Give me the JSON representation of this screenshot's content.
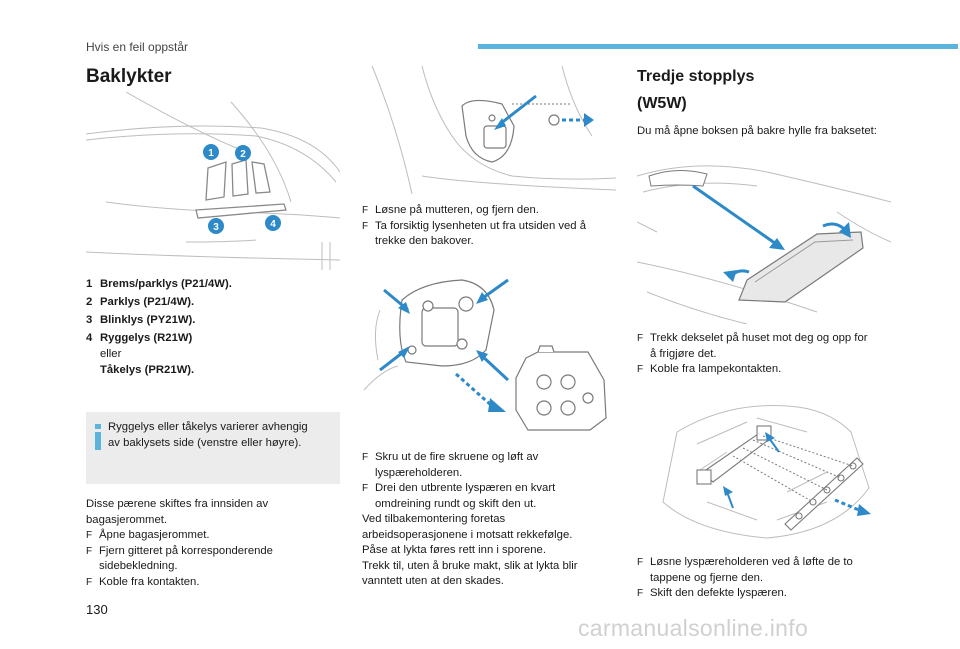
{
  "header": {
    "section": "Hvis en feil oppstår",
    "accent_color": "#5ab4dc"
  },
  "left": {
    "title": "Baklykter",
    "callouts": [
      "1",
      "2",
      "3",
      "4"
    ],
    "legend": [
      {
        "num": "1",
        "text": "Brems/parklys (P21/4W)."
      },
      {
        "num": "2",
        "text": "Parklys (P21/4W)."
      },
      {
        "num": "3",
        "text": "Blinklys (PY21W)."
      },
      {
        "num": "4",
        "text": "Ryggelys (R21W)",
        "extra_plain": "eller",
        "extra_bold": "Tåkelys (PR21W)."
      }
    ],
    "info_icon": "info-icon",
    "info_text_1": "Ryggelys eller tåkelys varierer avhengig",
    "info_text_2": "av baklysets side (venstre eller høyre).",
    "body_1": "Disse pærene skiftes fra innsiden av",
    "body_2": "bagasjerommet.",
    "steps": [
      {
        "lines": [
          "Åpne bagasjerommet."
        ]
      },
      {
        "lines": [
          "Fjern gitteret på korresponderende",
          "sidebekledning."
        ]
      },
      {
        "lines": [
          "Koble fra kontakten."
        ]
      }
    ]
  },
  "middle": {
    "steps_a": [
      {
        "lines": [
          "Løsne på mutteren, og fjern den."
        ]
      },
      {
        "lines": [
          "Ta forsiktig lysenheten ut fra utsiden ved å",
          "trekke den bakover."
        ]
      }
    ],
    "steps_b": [
      {
        "lines": [
          "Skru ut de fire skruene og løft av",
          "lyspæreholderen."
        ]
      },
      {
        "lines": [
          "Drei den utbrente lyspæren en kvart",
          "omdreining rundt og skift den ut."
        ]
      }
    ],
    "para": [
      "Ved tilbakemontering foretas",
      "arbeidsoperasjonene i motsatt rekkefølge.",
      "Påse at lykta føres rett inn i sporene.",
      "Trekk til, uten å bruke makt, slik at lykta blir",
      "vanntett uten at den skades."
    ]
  },
  "right": {
    "title_1": "Tredje stopplys",
    "title_2": "(W5W)",
    "intro": "Du må åpne boksen på bakre hylle fra baksetet:",
    "steps_a": [
      {
        "lines": [
          "Trekk dekselet på huset mot deg og opp for",
          "å frigjøre det."
        ]
      },
      {
        "lines": [
          "Koble fra lampekontakten."
        ]
      }
    ],
    "steps_b": [
      {
        "lines": [
          "Løsne lyspæreholderen ved å løfte de to",
          "tappene og fjerne den."
        ]
      },
      {
        "lines": [
          "Skift den defekte lyspæren."
        ]
      }
    ]
  },
  "footer": {
    "page_number": "130",
    "watermark": "carmanualsonline.info"
  }
}
